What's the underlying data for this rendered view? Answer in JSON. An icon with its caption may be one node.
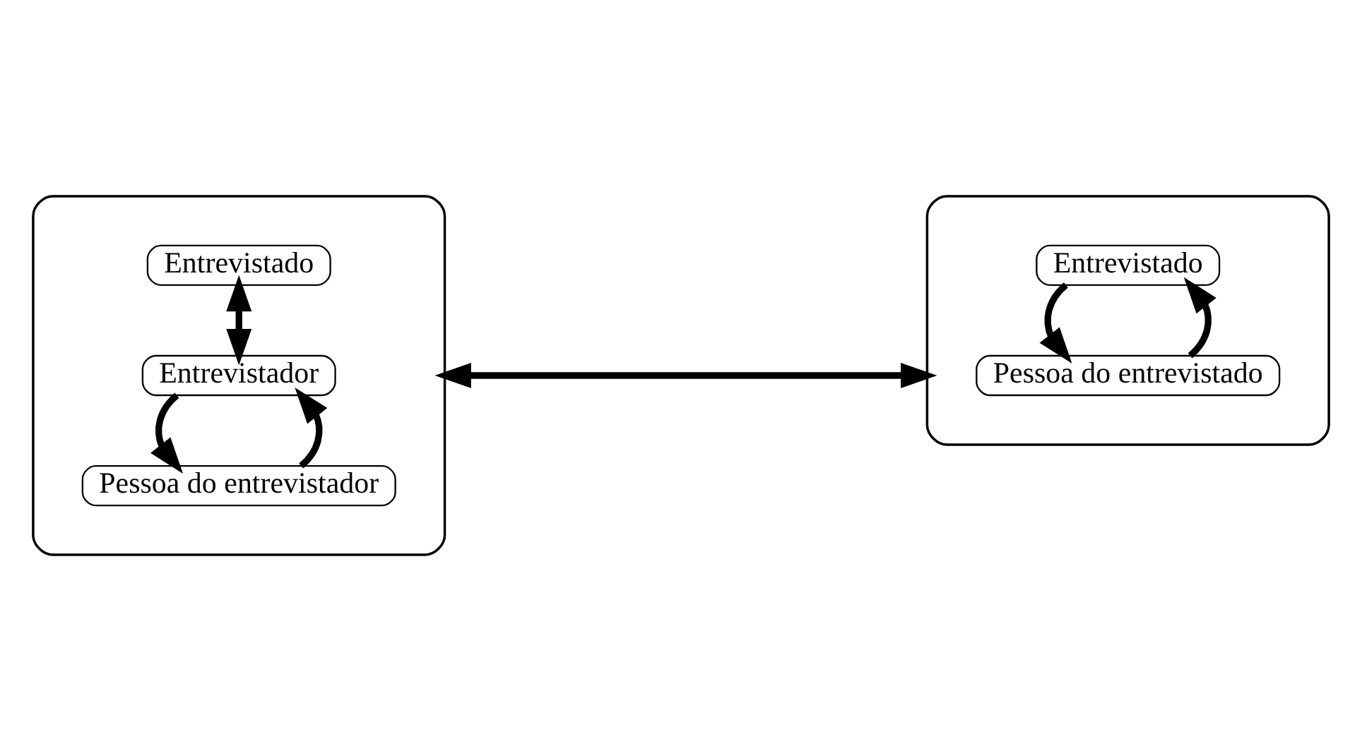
{
  "diagram": {
    "nodes": [
      {
        "text": [],
        "shape": "ellipse"
      },
      {
        "text": [
          "Entrevistado"
        ],
        "in": 0
      },
      {
        "text": [
          "Entrevistador"
        ],
        "in": 0
      },
      {
        "text": [
          "Pessoa do entrevistador"
        ],
        "in": 0
      },
      {
        "text": [],
        "shape": "ellipse"
      },
      {
        "text": [
          "Entrevistado"
        ],
        "in": 4
      },
      {
        "text": [
          "Pessoa do entrevistado"
        ],
        "in": 4
      }
    ],
    "edges": [
      {
        "from": 1,
        "to": 2,
        "arrow": "both"
      },
      {
        "from": 3,
        "to": 2,
        "arrow": "to"
      },
      {
        "from": 2,
        "to": 3,
        "arrow": "to"
      },
      {
        "from": 0,
        "to": 4,
        "arrow": "both"
      },
      {
        "from": 6,
        "to": 5,
        "arrow": "to"
      },
      {
        "from": 5,
        "to": 6,
        "arrow": "to"
      }
    ]
  }
}
